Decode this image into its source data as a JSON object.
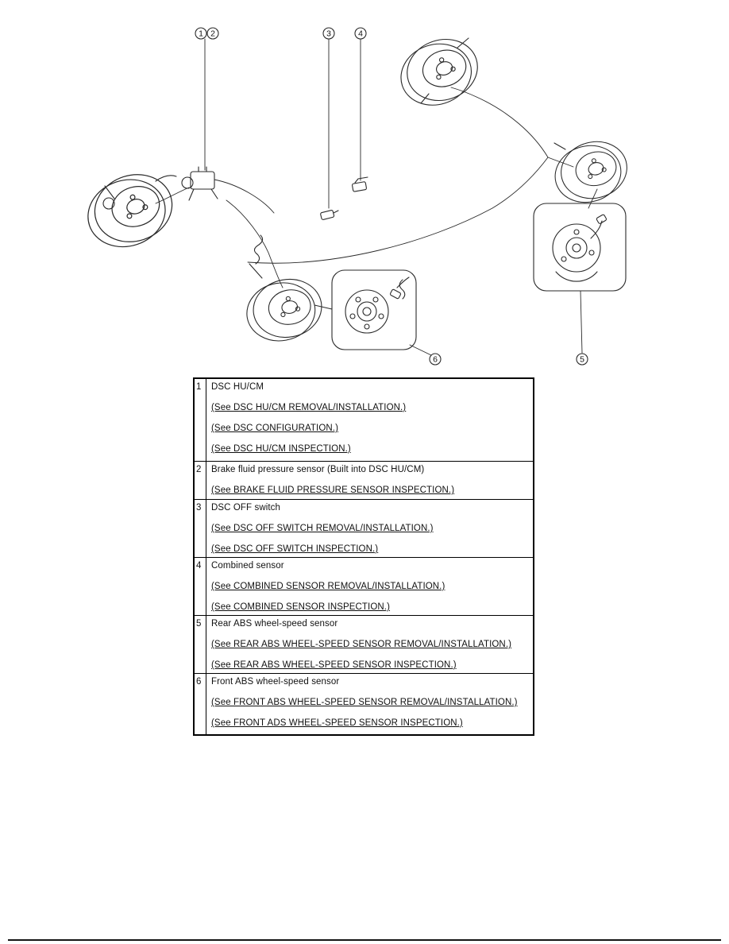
{
  "diagram": {
    "callouts": [
      {
        "label": "1"
      },
      {
        "label": "2"
      },
      {
        "label": "3"
      },
      {
        "label": "4"
      },
      {
        "label": "5"
      },
      {
        "label": "6"
      }
    ]
  },
  "table": {
    "rows": [
      {
        "num": "1",
        "title": "DSC HU/CM",
        "refs": [
          "(See DSC HU/CM REMOVAL/INSTALLATION.)",
          "(See DSC CONFIGURATION.)",
          "(See DSC HU/CM INSPECTION.)"
        ]
      },
      {
        "num": "2",
        "title": "Brake fluid pressure sensor (Built into DSC HU/CM)",
        "refs": [
          "(See BRAKE FLUID PRESSURE SENSOR INSPECTION.)"
        ]
      },
      {
        "num": "3",
        "title": "DSC OFF switch",
        "refs": [
          "(See DSC OFF SWITCH REMOVAL/INSTALLATION.)",
          "(See DSC OFF SWITCH INSPECTION.)"
        ]
      },
      {
        "num": "4",
        "title": "Combined sensor",
        "refs": [
          "(See COMBINED SENSOR REMOVAL/INSTALLATION.)",
          "(See COMBINED SENSOR INSPECTION.)"
        ]
      },
      {
        "num": "5",
        "title": "Rear ABS wheel-speed sensor",
        "refs": [
          "(See REAR ABS WHEEL-SPEED SENSOR REMOVAL/INSTALLATION.)",
          "(See REAR ABS WHEEL-SPEED SENSOR INSPECTION.)"
        ]
      },
      {
        "num": "6",
        "title": "Front ABS wheel-speed sensor",
        "refs": [
          "(See FRONT ABS WHEEL-SPEED SENSOR REMOVAL/INSTALLATION.)",
          "(See FRONT ADS WHEEL-SPEED SENSOR INSPECTION.)"
        ]
      }
    ]
  }
}
